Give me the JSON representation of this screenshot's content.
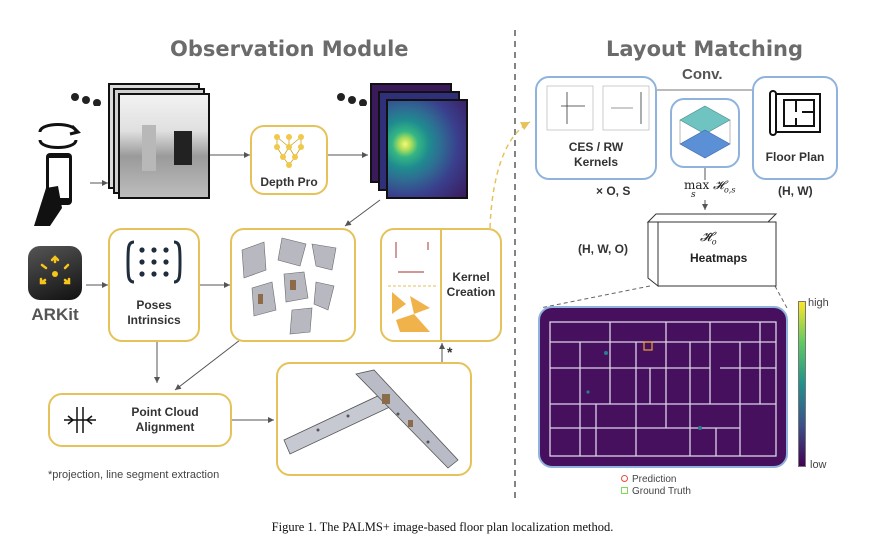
{
  "observation": {
    "title": "Observation Module",
    "depth_label": "Depth Pro",
    "arkit_label": "ARKit",
    "poses_label": "Poses\nIntrinsics",
    "kernel_label": "Kernel\nCreation",
    "pointcloud_label": "Point Cloud\nAlignment",
    "footnote": "*projection, line segment extraction",
    "star": "*"
  },
  "layout": {
    "title": "Layout Matching",
    "conv_label": "Conv.",
    "kernels_label": "CES / RW\nKernels",
    "floorplan_label": "Floor Plan",
    "times_label": "× O, S",
    "max_label": "max",
    "max_sub": "s",
    "max_expr": "𝓗",
    "max_expr_sub": "o,s",
    "hw_label": "(H, W)",
    "hwo_label": "(H, W, O)",
    "heatmap_sym": "𝓗̃",
    "heatmap_sym_sub": "o",
    "heatmaps_label": "Heatmaps",
    "colorbar_high": "high",
    "colorbar_low": "low",
    "legend_prediction": "Prediction",
    "legend_ground_truth": "Ground Truth"
  },
  "caption": "Figure 1. The PALMS+ image-based floor plan localization method.",
  "colors": {
    "yellow_border": "#e6c25a",
    "blue_border": "#8fb3dc",
    "heatmap_bg": "#46105e",
    "prediction": "#e74c3c",
    "ground_truth": "#7ed957"
  }
}
